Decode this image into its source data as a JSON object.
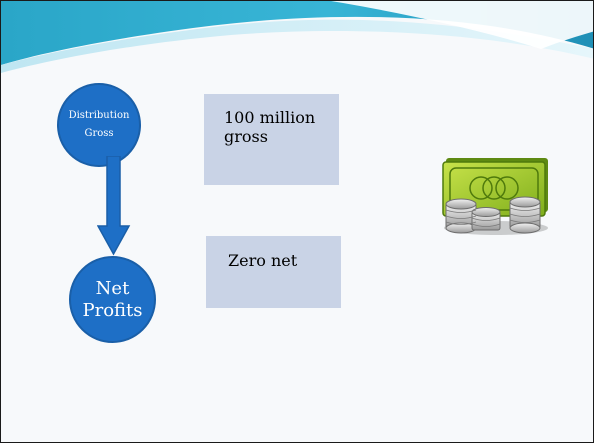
{
  "diagram": {
    "nodes": [
      {
        "id": "gross",
        "lines": [
          "Distribution",
          "Gross"
        ]
      },
      {
        "id": "net",
        "lines": [
          "Net",
          "Profits"
        ]
      }
    ],
    "edges": [
      {
        "from": "gross",
        "to": "net"
      }
    ],
    "notes": {
      "gross": [
        "100 million",
        "gross"
      ],
      "net": [
        "Zero net"
      ]
    }
  },
  "icons": {
    "money": "money-bills-and-coins-icon"
  },
  "colors": {
    "node_fill": "#1e6fc6",
    "note_fill": "#c9d3e6",
    "header_teal": "#2aa6c8",
    "slide_background": "#f7f9fb"
  }
}
